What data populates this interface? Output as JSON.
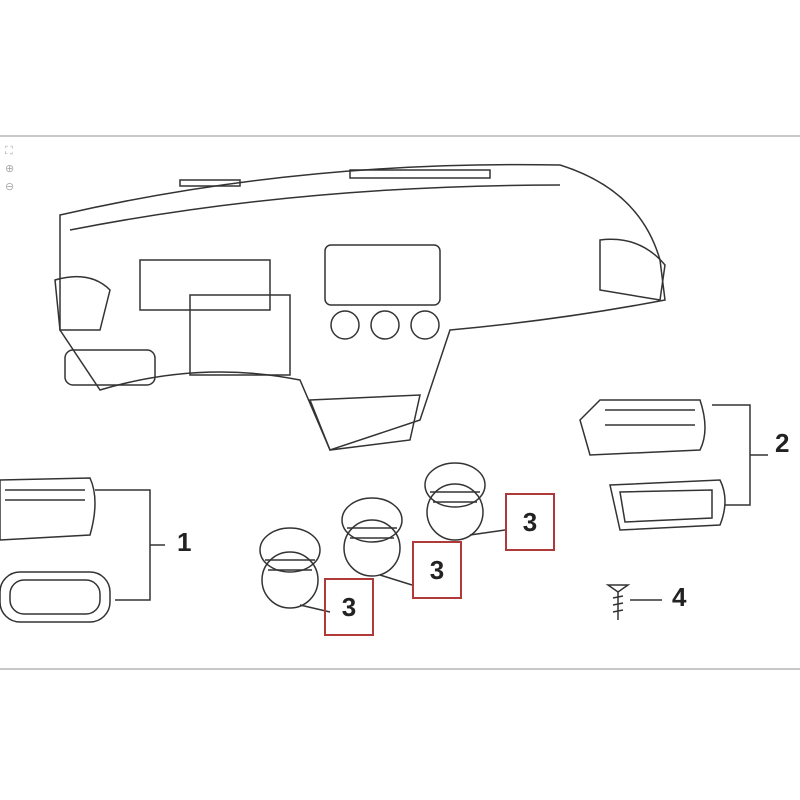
{
  "toolbar": {
    "fit_icon": "fit-page-icon",
    "zoom_in_icon": "zoom-in-icon",
    "zoom_out_icon": "zoom-out-icon"
  },
  "callouts": {
    "part1": "1",
    "part2": "2",
    "part3a": "3",
    "part3b": "3",
    "part3c": "3",
    "part4": "4"
  },
  "colors": {
    "highlight": "#b03a3a",
    "line": "#333333"
  }
}
